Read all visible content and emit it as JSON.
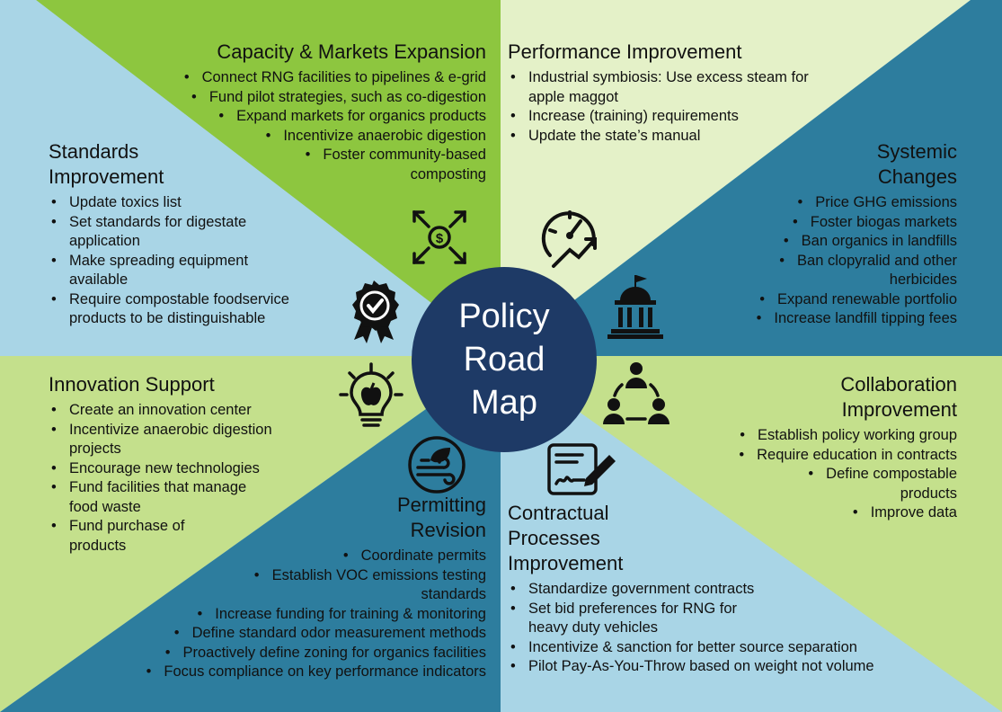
{
  "center": {
    "title": "Policy\nRoad\nMap"
  },
  "colors": {
    "dark_blue": "#2d7d9e",
    "light_blue": "#a9d5e6",
    "green": "#8dc63f",
    "light_green": "#c4e08c",
    "pale_green": "#e4f1c8",
    "circle": "#1e3a66"
  },
  "sections": {
    "capacity": {
      "title": "Capacity & Markets Expansion",
      "items": [
        "Connect RNG facilities to pipelines & e-grid",
        "Fund pilot strategies, such as co-digestion",
        "Expand markets for organics products",
        "Incentivize anaerobic digestion",
        "Foster community-based\ncomposting"
      ]
    },
    "performance": {
      "title": "Performance Improvement",
      "items": [
        "Industrial symbiosis: Use excess steam for\napple maggot",
        "Increase (training) requirements",
        "Update the state’s manual"
      ]
    },
    "standards": {
      "title": "Standards\nImprovement",
      "items": [
        "Update toxics list",
        "Set standards for digestate\napplication",
        "Make spreading equipment\navailable",
        "Require compostable foodservice\nproducts to be distinguishable"
      ]
    },
    "systemic": {
      "title": "Systemic\nChanges",
      "items": [
        "Price GHG emissions",
        "Foster biogas markets",
        "Ban organics in landfills",
        "Ban clopyralid and other\nherbicides",
        "Expand renewable portfolio",
        "Increase landfill tipping fees"
      ]
    },
    "innovation": {
      "title": "Innovation Support",
      "items": [
        "Create an innovation center",
        "Incentivize anaerobic digestion\nprojects",
        "Encourage new technologies",
        "Fund facilities that manage\nfood waste",
        "Fund purchase of\nproducts"
      ]
    },
    "collaboration": {
      "title": "Collaboration\nImprovement",
      "items": [
        "Establish policy working group",
        "Require education in contracts",
        "Define compostable\nproducts",
        "Improve data"
      ]
    },
    "permitting": {
      "title": "Permitting\nRevision",
      "items": [
        "Coordinate permits",
        "Establish VOC emissions testing\nstandards",
        "Increase funding for training & monitoring",
        "Define standard odor measurement methods",
        "Proactively define zoning for organics facilities",
        "Focus compliance on key performance indicators"
      ]
    },
    "contractual": {
      "title": "Contractual\nProcesses\nImprovement",
      "items": [
        "Standardize government contracts",
        "Set bid preferences for RNG for\nheavy duty vehicles",
        "Incentivize & sanction for better source separation",
        "Pilot Pay-As-You-Throw based on weight not volume"
      ]
    }
  },
  "icons": [
    "money-arrows-icon",
    "speedometer-growth-icon",
    "award-badge-icon",
    "government-building-icon",
    "lightbulb-apple-icon",
    "team-network-icon",
    "leaf-wind-icon",
    "contract-signature-icon"
  ]
}
